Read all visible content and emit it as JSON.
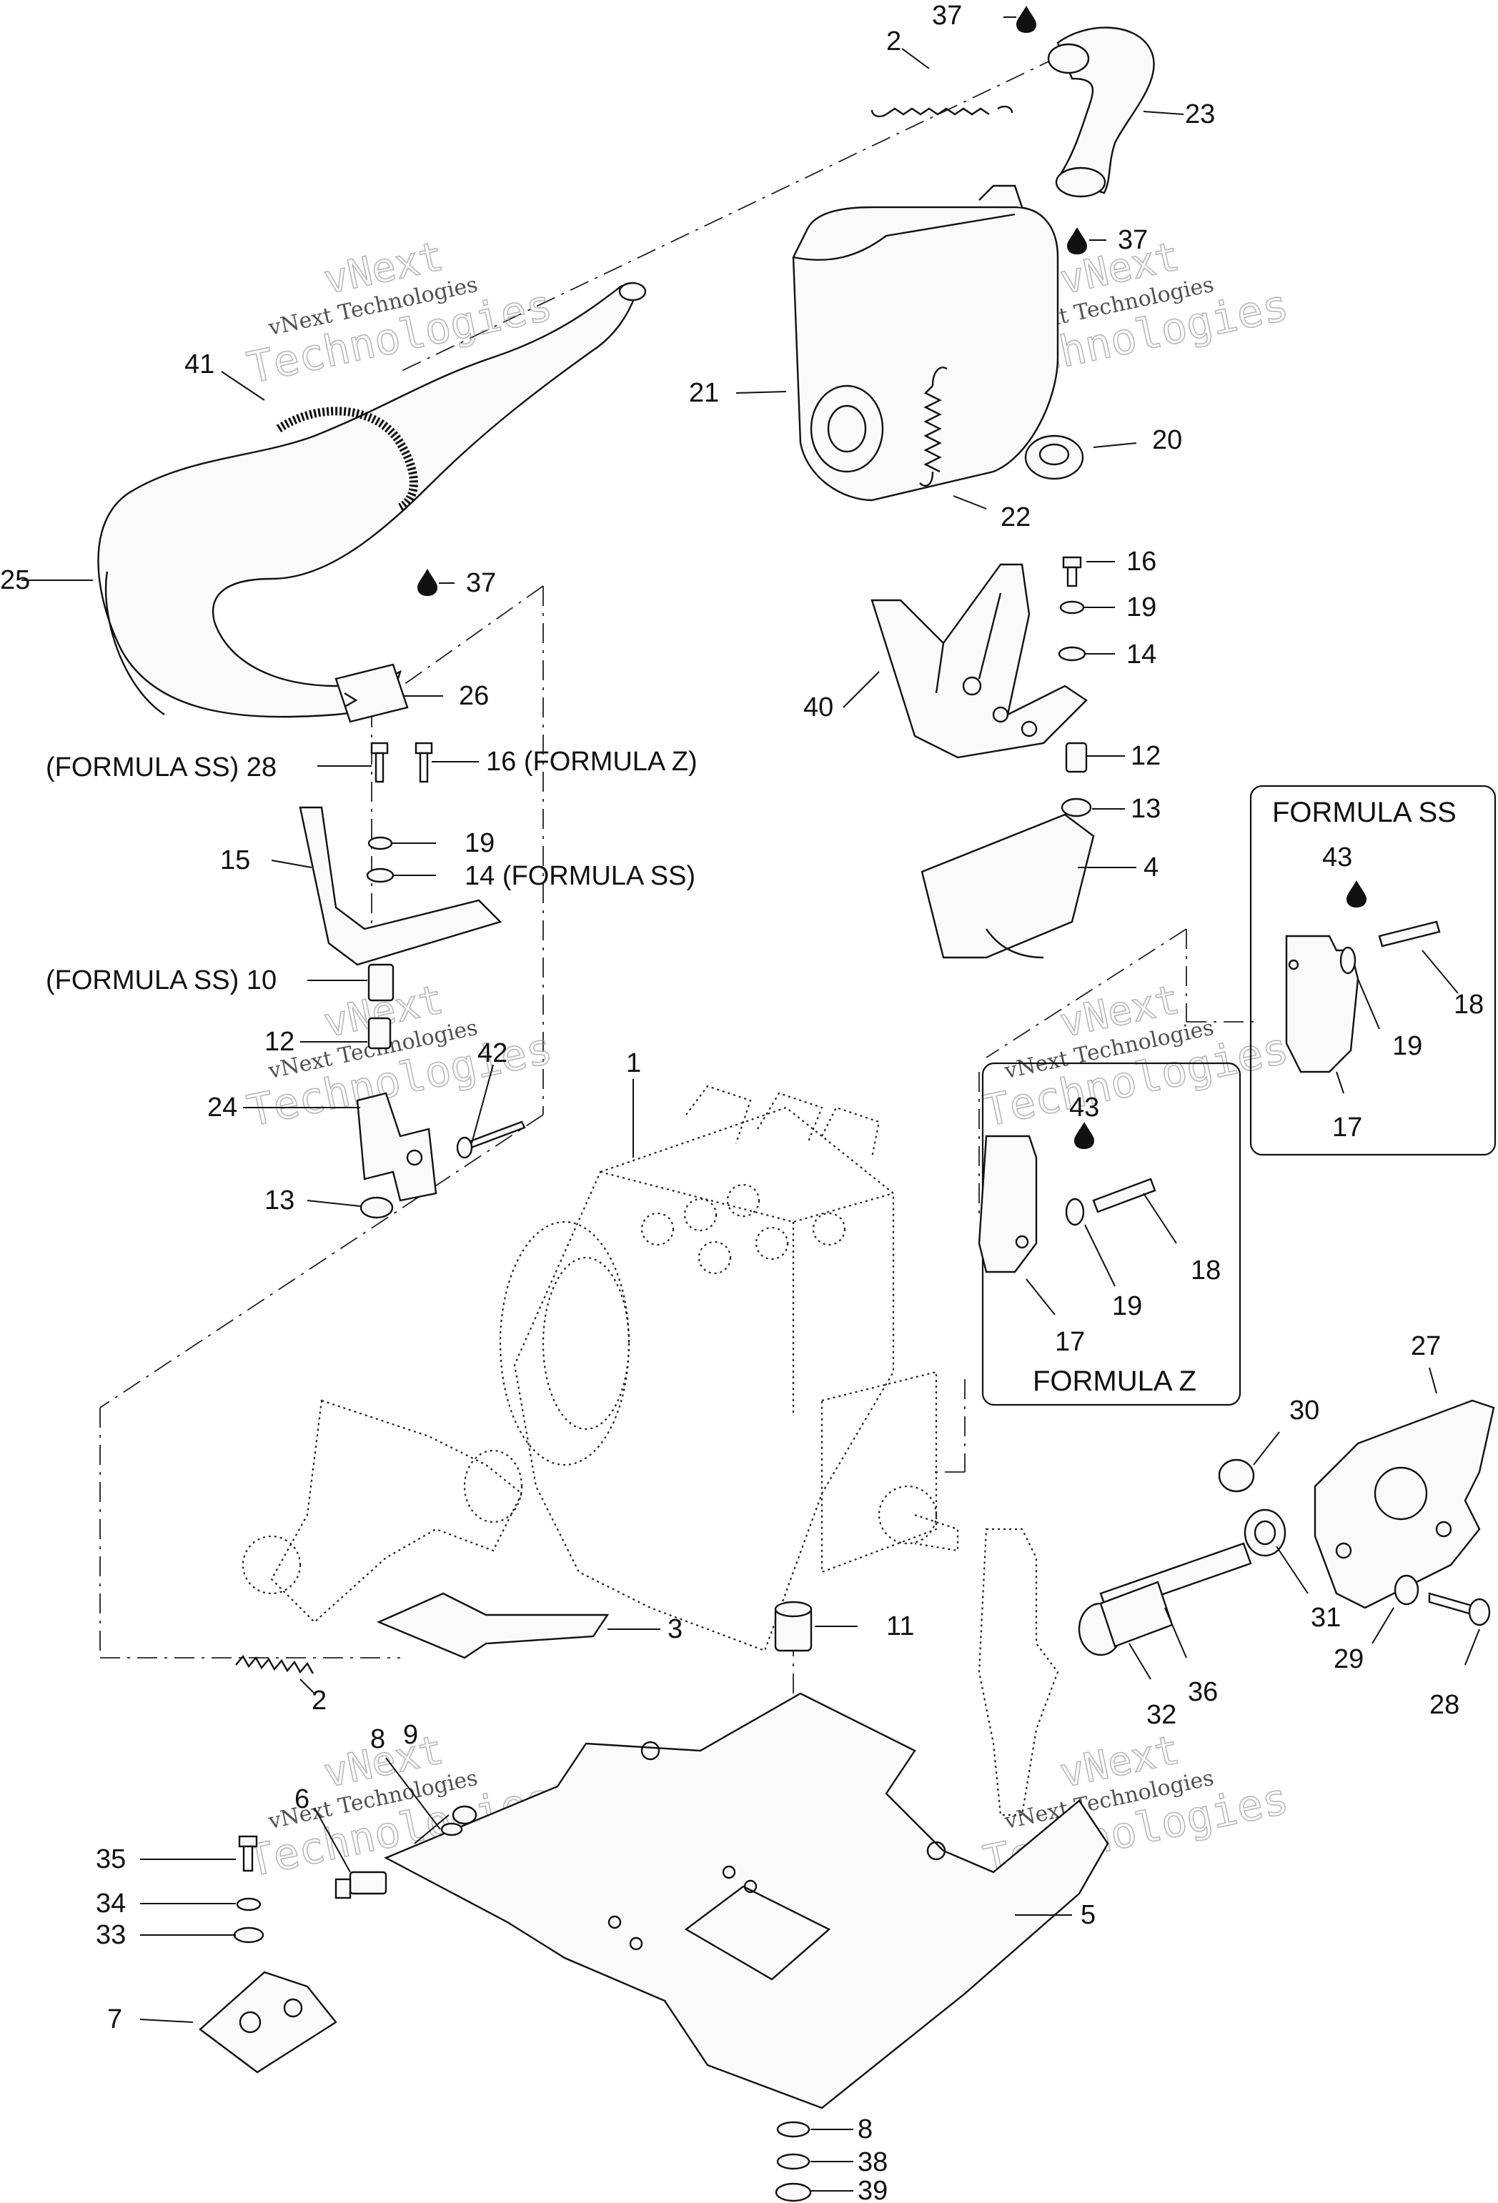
{
  "callouts": [
    {
      "id": "c37a",
      "text": "37"
    },
    {
      "id": "c2a",
      "text": "2"
    },
    {
      "id": "c23",
      "text": "23"
    },
    {
      "id": "c37b",
      "text": "37"
    },
    {
      "id": "c41",
      "text": "41"
    },
    {
      "id": "c21",
      "text": "21"
    },
    {
      "id": "c20",
      "text": "20"
    },
    {
      "id": "c22",
      "text": "22"
    },
    {
      "id": "c25",
      "text": "25"
    },
    {
      "id": "c37c",
      "text": "37"
    },
    {
      "id": "c26",
      "text": "26"
    },
    {
      "id": "c16a",
      "text": "16"
    },
    {
      "id": "c19a",
      "text": "19"
    },
    {
      "id": "c14a",
      "text": "14"
    },
    {
      "id": "c40",
      "text": "40"
    },
    {
      "id": "c12a",
      "text": "12"
    },
    {
      "id": "c13a",
      "text": "13"
    },
    {
      "id": "c28a",
      "text": "(FORMULA SS) 28"
    },
    {
      "id": "c16b",
      "text": "16 (FORMULA Z)"
    },
    {
      "id": "c15",
      "text": "15"
    },
    {
      "id": "c19b",
      "text": "19"
    },
    {
      "id": "c14b",
      "text": "14 (FORMULA SS)"
    },
    {
      "id": "c4",
      "text": "4"
    },
    {
      "id": "c10",
      "text": "(FORMULA SS) 10"
    },
    {
      "id": "c12b",
      "text": "12"
    },
    {
      "id": "c42",
      "text": "42"
    },
    {
      "id": "c1",
      "text": "1"
    },
    {
      "id": "c24",
      "text": "24"
    },
    {
      "id": "c13b",
      "text": "13"
    },
    {
      "id": "c43a",
      "text": "43"
    },
    {
      "id": "c18a",
      "text": "18"
    },
    {
      "id": "c19c",
      "text": "19"
    },
    {
      "id": "c17a",
      "text": "17"
    },
    {
      "id": "c43b",
      "text": "43"
    },
    {
      "id": "c18b",
      "text": "18"
    },
    {
      "id": "c19d",
      "text": "19"
    },
    {
      "id": "c17b",
      "text": "17"
    },
    {
      "id": "c27",
      "text": "27"
    },
    {
      "id": "c30",
      "text": "30"
    },
    {
      "id": "c3",
      "text": "3"
    },
    {
      "id": "c11",
      "text": "11"
    },
    {
      "id": "c2b",
      "text": "2"
    },
    {
      "id": "c31",
      "text": "31"
    },
    {
      "id": "c29",
      "text": "29"
    },
    {
      "id": "c28b",
      "text": "28"
    },
    {
      "id": "c36",
      "text": "36"
    },
    {
      "id": "c32",
      "text": "32"
    },
    {
      "id": "c8a",
      "text": "8"
    },
    {
      "id": "c9",
      "text": "9"
    },
    {
      "id": "c6",
      "text": "6"
    },
    {
      "id": "c35",
      "text": "35"
    },
    {
      "id": "c34",
      "text": "34"
    },
    {
      "id": "c33",
      "text": "33"
    },
    {
      "id": "c5",
      "text": "5"
    },
    {
      "id": "c7",
      "text": "7"
    },
    {
      "id": "c8b",
      "text": "8"
    },
    {
      "id": "c38",
      "text": "38"
    },
    {
      "id": "c39",
      "text": "39"
    }
  ],
  "boxes": {
    "formula_ss": "FORMULA SS",
    "formula_z": "FORMULA Z"
  },
  "watermark": {
    "line1": "vNext",
    "line2": "vNext Technologies",
    "line3": "Technologies"
  }
}
